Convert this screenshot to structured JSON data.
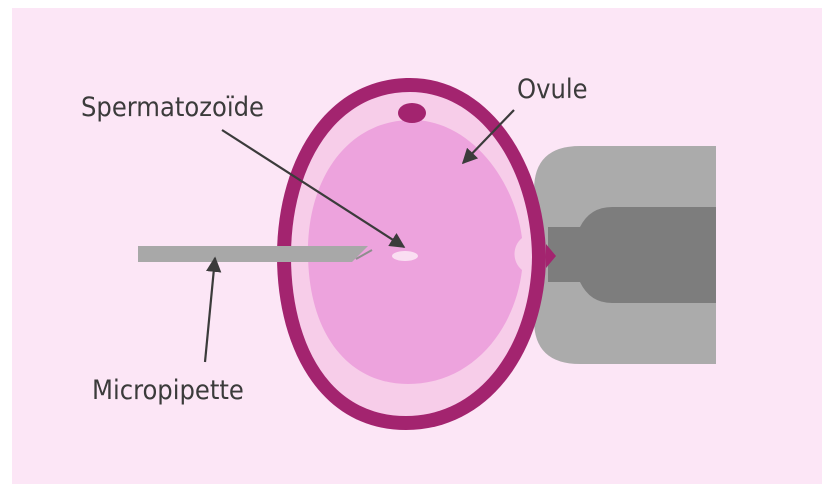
{
  "labels": {
    "spermatozoid": "Spermatozoïde",
    "ovule": "Ovule",
    "micropipette": "Micropipette"
  },
  "colors": {
    "background": "#fce6f6",
    "zona_pellucida_ring": "#a3246f",
    "perivitelline_space": "#f7cde9",
    "ooplasm": "#eda3dd",
    "polar_body": "#a3246f",
    "holding_pipette_outer": "#ababab",
    "holding_pipette_inner": "#7d7d7d",
    "micropipette": "#a8a8a8",
    "label_text": "#3b3b3b",
    "pointer_line": "#3b3b3b"
  }
}
